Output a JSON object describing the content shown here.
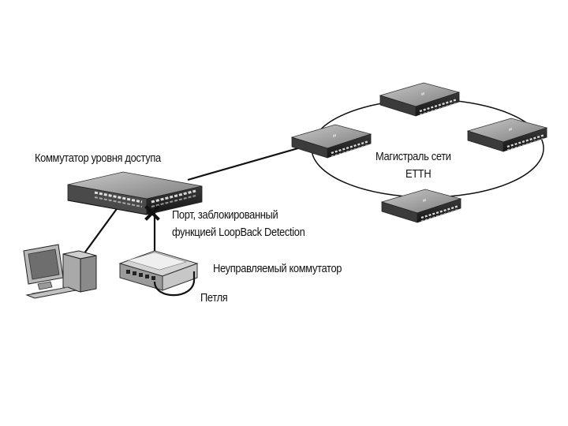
{
  "labels": {
    "access_switch": "Коммутатор уровня доступа",
    "blocked_port_line1": "Порт, заблокированный",
    "blocked_port_line2": "функцией LoopBack Detection",
    "unmanaged_switch": "Неуправляемый коммутатор",
    "loop": "Петля",
    "backbone_line1": "Магистраль сети",
    "backbone_line2": "ETTH"
  },
  "colors": {
    "ink": "#111111",
    "switch_top": "#8a8a8a",
    "switch_front": "#2b2b2b",
    "blocked_mark": "#111111"
  }
}
